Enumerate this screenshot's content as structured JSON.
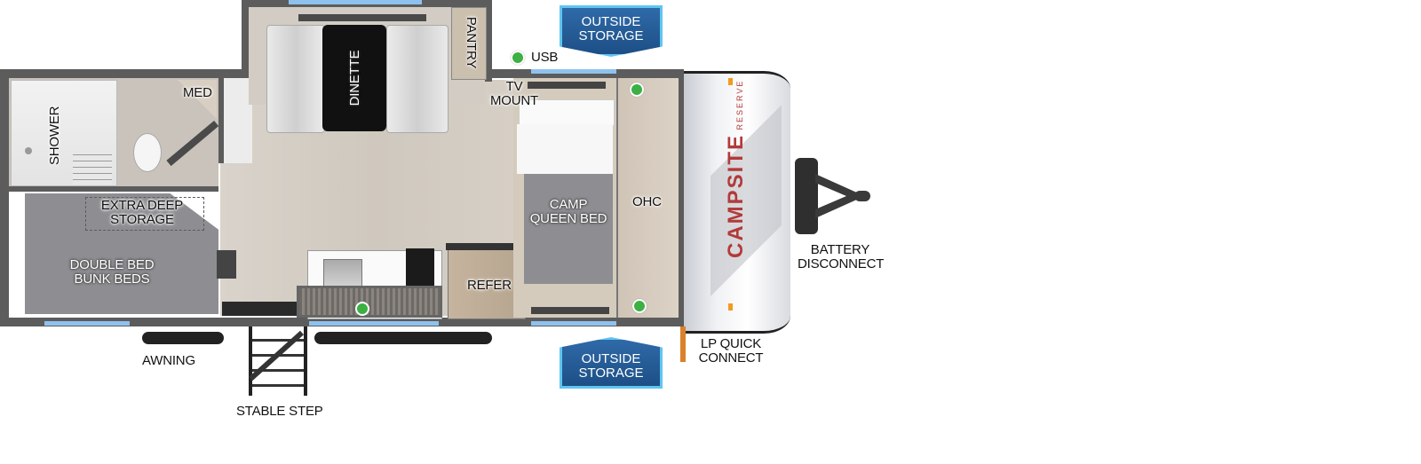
{
  "floorplan": {
    "brand": {
      "name": "CAMPSITE",
      "sub": "RESERVE",
      "color": "#b23a3a"
    },
    "rooms": {
      "shower": "SHOWER",
      "med": "MED",
      "dinette": "DINETTE",
      "pantry": "PANTRY",
      "extra_deep_storage": [
        "EXTRA DEEP",
        "STORAGE"
      ],
      "bunk_beds": [
        "DOUBLE BED",
        "BUNK BEDS"
      ],
      "refer": "REFER",
      "camp_queen_bed": [
        "CAMP",
        "QUEEN BED"
      ],
      "ohc": "OHC",
      "tv_mount": [
        "TV",
        "MOUNT"
      ]
    },
    "callouts": {
      "usb": "USB",
      "outside_storage_top": [
        "OUTSIDE",
        "STORAGE"
      ],
      "outside_storage_bottom": [
        "OUTSIDE",
        "STORAGE"
      ],
      "battery_disconnect": [
        "BATTERY",
        "DISCONNECT"
      ],
      "lp_quick_connect": [
        "LP QUICK",
        "CONNECT"
      ],
      "awning": "AWNING",
      "stable_step": "STABLE STEP"
    },
    "colors": {
      "wall": "#5c5c5c",
      "window": "#8fc1ee",
      "usb_dot": "#3cb043",
      "storage_badge": "#1d4f86",
      "storage_badge_border": "#5fc5f0",
      "bed_gray": "#8e8e92"
    }
  }
}
